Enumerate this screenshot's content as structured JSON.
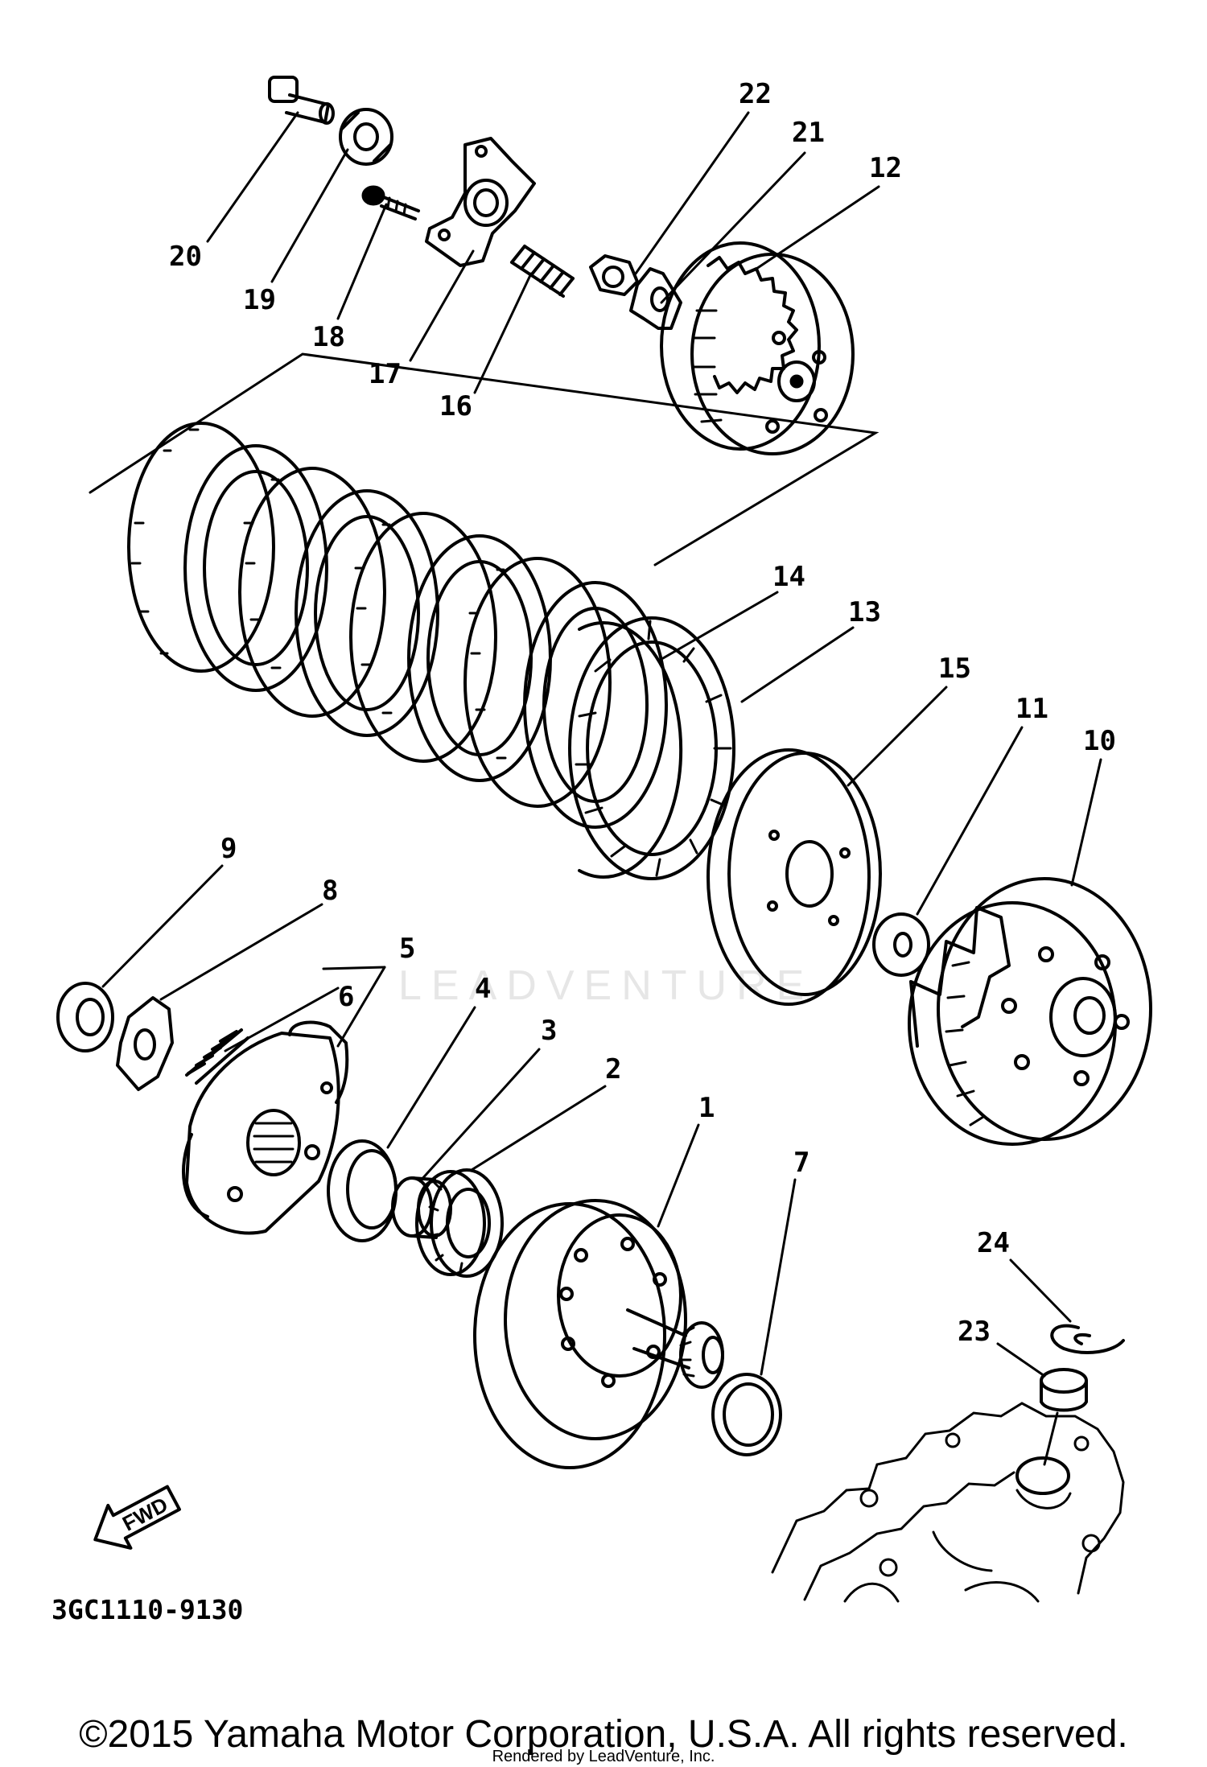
{
  "diagram": {
    "callouts": [
      "1",
      "2",
      "3",
      "4",
      "5",
      "6",
      "7",
      "8",
      "9",
      "10",
      "11",
      "12",
      "13",
      "14",
      "15",
      "16",
      "17",
      "18",
      "19",
      "20",
      "21",
      "22",
      "23",
      "24"
    ],
    "part_code": "3GC1110-9130",
    "direction_marker": "FWD",
    "watermark": "LEADVENTURE"
  },
  "footer": {
    "copyright": "©2015 Yamaha Motor Corporation, U.S.A. All rights reserved.",
    "rendered_by": "Rendered by LeadVenture, Inc."
  }
}
